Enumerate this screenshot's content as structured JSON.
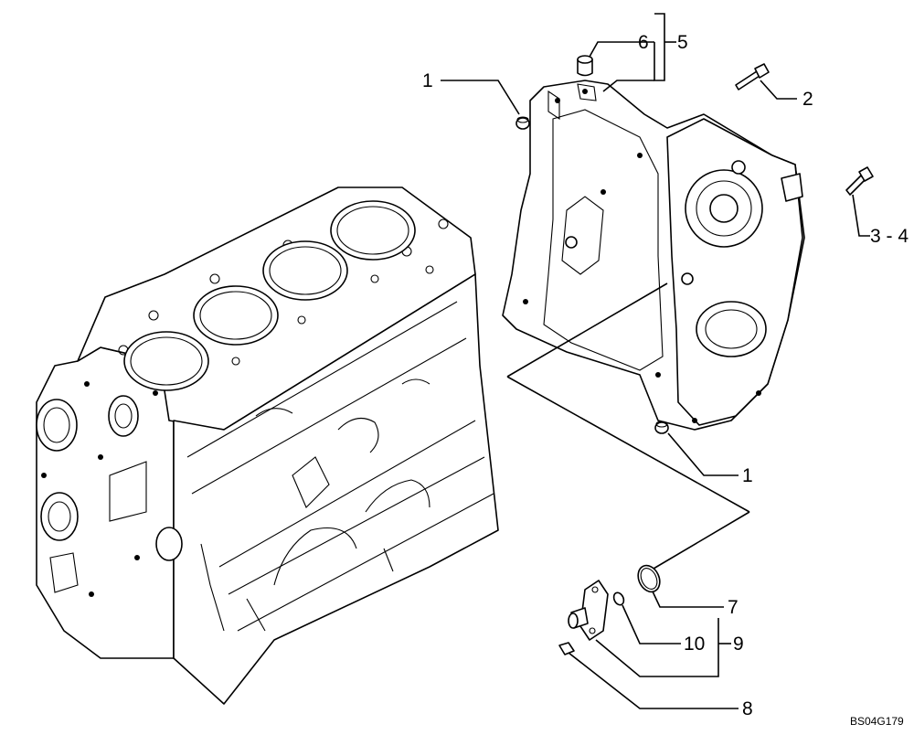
{
  "drawing": {
    "code": "BS04G179",
    "callouts": {
      "c1_top": "1",
      "c1_bottom": "1",
      "c2": "2",
      "c3_4": "3 - 4",
      "c5": "5",
      "c6": "6",
      "c7": "7",
      "c8": "8",
      "c9": "9",
      "c10": "10"
    }
  }
}
